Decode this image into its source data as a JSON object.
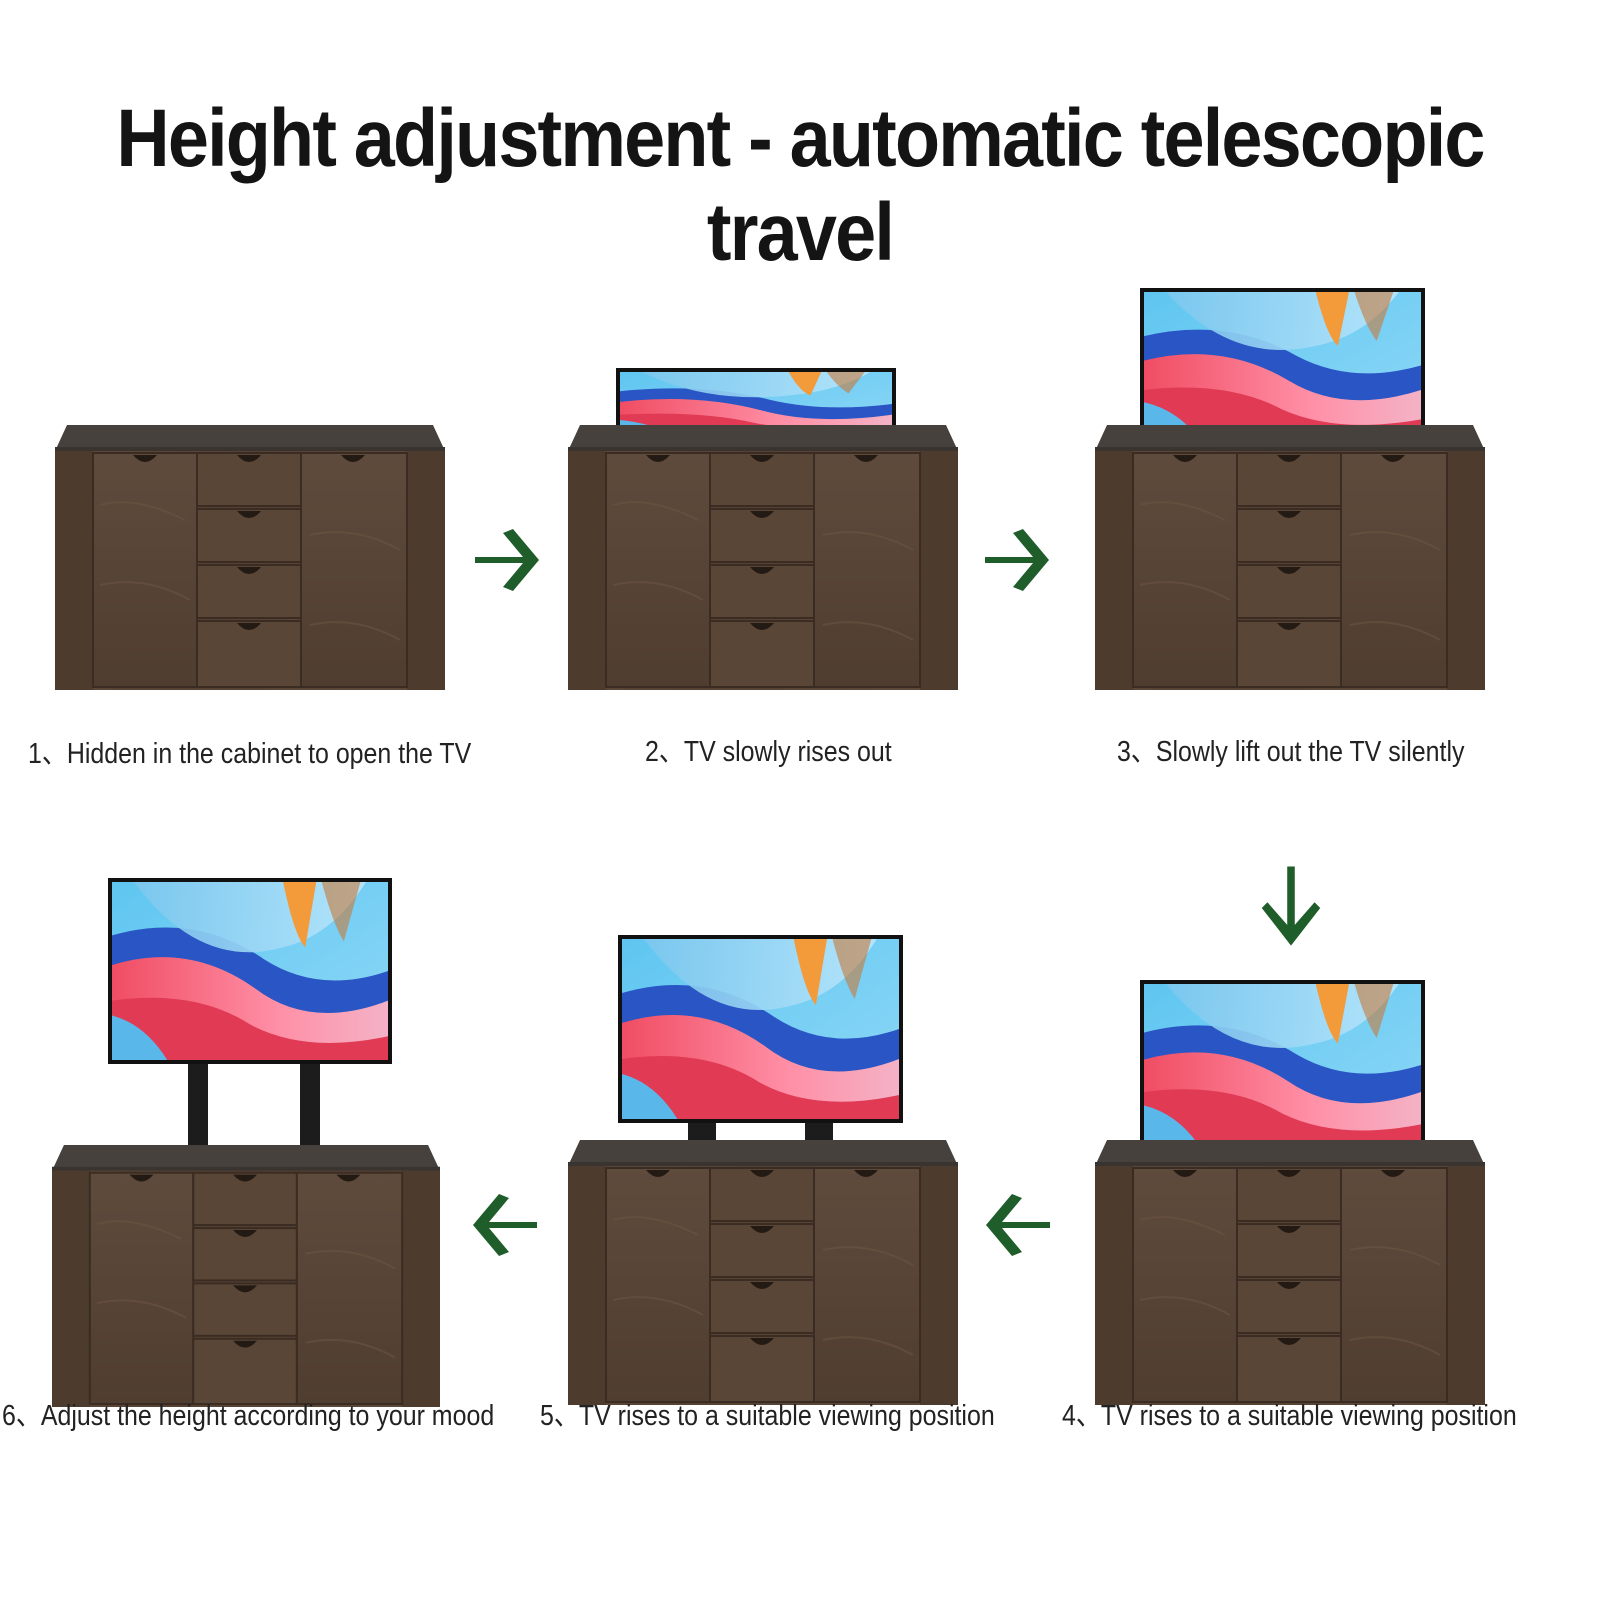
{
  "title": "Height adjustment - automatic telescopic travel",
  "steps": [
    {
      "number": "1",
      "caption": "Hidden in the cabinet to open the TV"
    },
    {
      "number": "2",
      "caption": "TV slowly rises out"
    },
    {
      "number": "3",
      "caption": "Slowly lift out the TV silently"
    },
    {
      "number": "4",
      "caption": "TV rises to a suitable viewing position"
    },
    {
      "number": "5",
      "caption": "TV rises to a suitable viewing position"
    },
    {
      "number": "6",
      "caption": "Adjust the height according to your mood"
    }
  ],
  "arrows": [
    {
      "from": "1",
      "to": "2",
      "direction": "right"
    },
    {
      "from": "2",
      "to": "3",
      "direction": "right"
    },
    {
      "from": "3",
      "to": "4",
      "direction": "down"
    },
    {
      "from": "4",
      "to": "5",
      "direction": "left"
    },
    {
      "from": "5",
      "to": "6",
      "direction": "left"
    }
  ],
  "colors": {
    "cabinet": "#5a4637",
    "cabinet_dark": "#3f3027",
    "cabinet_top": "#4a4542",
    "arrow": "#1f5e2a",
    "tv_frame": "#111111",
    "screen_sky": "#5ec8f2"
  }
}
